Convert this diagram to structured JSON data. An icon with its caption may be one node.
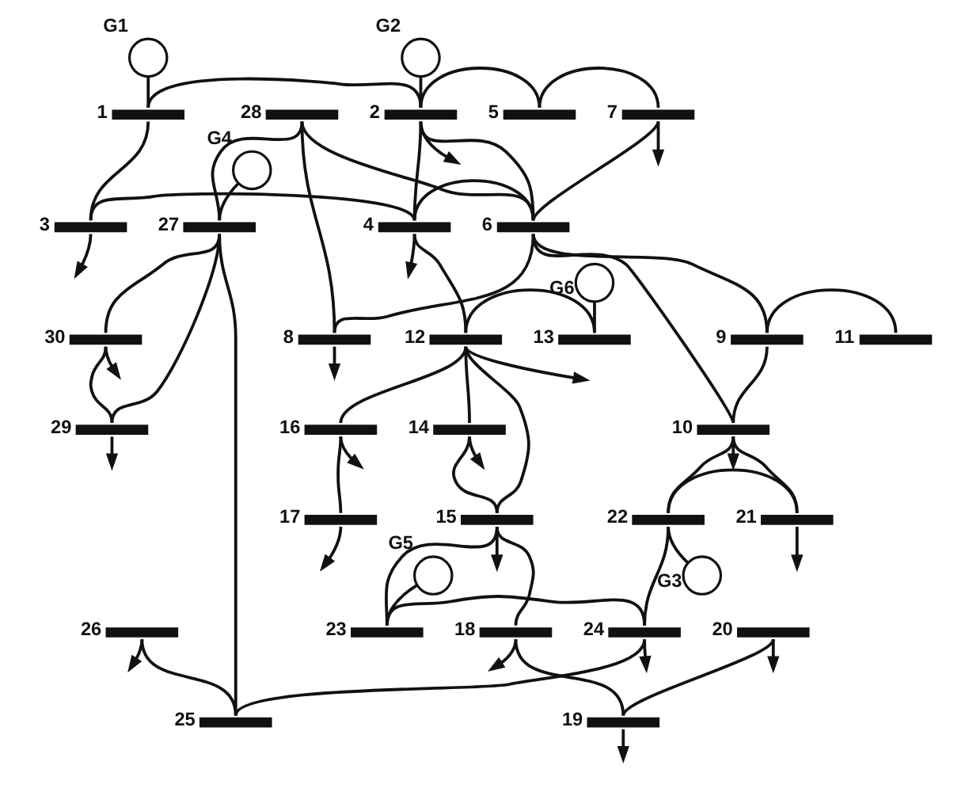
{
  "diagram": {
    "nodes": [
      {
        "text": [],
        "shape": "bar",
        "beside": [
          "1"
        ]
      },
      {
        "text": [],
        "shape": "bar",
        "beside": [
          "2"
        ]
      },
      {
        "text": [],
        "shape": "bar",
        "beside": [
          "3"
        ]
      },
      {
        "text": [],
        "shape": "bar",
        "beside": [
          "4"
        ]
      },
      {
        "text": [],
        "shape": "bar",
        "beside": [
          "5"
        ]
      },
      {
        "text": [],
        "shape": "bar",
        "beside": [
          "6"
        ]
      },
      {
        "text": [],
        "shape": "bar",
        "beside": [
          "7"
        ]
      },
      {
        "text": [],
        "shape": "bar",
        "beside": [
          "8"
        ]
      },
      {
        "text": [],
        "shape": "bar",
        "beside": [
          "9"
        ]
      },
      {
        "text": [],
        "shape": "bar",
        "beside": [
          "10"
        ]
      },
      {
        "text": [],
        "shape": "bar",
        "beside": [
          "11"
        ]
      },
      {
        "text": [],
        "shape": "bar",
        "beside": [
          "12"
        ]
      },
      {
        "text": [],
        "shape": "bar",
        "beside": [
          "13"
        ]
      },
      {
        "text": [],
        "shape": "bar",
        "beside": [
          "14"
        ]
      },
      {
        "text": [],
        "shape": "bar",
        "beside": [
          "15"
        ]
      },
      {
        "text": [],
        "shape": "bar",
        "beside": [
          "16"
        ]
      },
      {
        "text": [],
        "shape": "bar",
        "beside": [
          "17"
        ]
      },
      {
        "text": [],
        "shape": "bar",
        "beside": [
          "18"
        ]
      },
      {
        "text": [],
        "shape": "bar",
        "beside": [
          "19"
        ]
      },
      {
        "text": [],
        "shape": "bar",
        "beside": [
          "20"
        ]
      },
      {
        "text": [],
        "shape": "bar",
        "beside": [
          "21"
        ]
      },
      {
        "text": [],
        "shape": "bar",
        "beside": [
          "22"
        ]
      },
      {
        "text": [],
        "shape": "bar",
        "beside": [
          "23"
        ]
      },
      {
        "text": [],
        "shape": "bar",
        "beside": [
          "24"
        ]
      },
      {
        "text": [],
        "shape": "bar",
        "beside": [
          "25"
        ]
      },
      {
        "text": [],
        "shape": "bar",
        "beside": [
          "26"
        ]
      },
      {
        "text": [],
        "shape": "bar",
        "beside": [
          "27"
        ]
      },
      {
        "text": [],
        "shape": "bar",
        "beside": [
          "28"
        ]
      },
      {
        "text": [],
        "shape": "bar",
        "beside": [
          "29"
        ]
      },
      {
        "text": [],
        "shape": "bar",
        "beside": [
          "30"
        ]
      },
      {
        "text": [],
        "shape": "circle",
        "beside": [
          "G1"
        ]
      },
      {
        "text": [],
        "shape": "circle",
        "beside": [
          "G2"
        ]
      },
      {
        "text": [],
        "shape": "circle",
        "beside": [
          "G3"
        ]
      },
      {
        "text": [],
        "shape": "circle",
        "beside": [
          "G4"
        ]
      },
      {
        "text": [],
        "shape": "circle",
        "beside": [
          "G5"
        ]
      },
      {
        "text": [],
        "shape": "circle",
        "beside": [
          "G6"
        ]
      }
    ],
    "edges": [
      {
        "from": 30,
        "to": 0,
        "arrow": "none"
      },
      {
        "from": 31,
        "to": 1,
        "arrow": "none"
      },
      {
        "from": 21,
        "to": 32,
        "arrow": "none"
      },
      {
        "from": 33,
        "to": 26,
        "arrow": "none"
      },
      {
        "from": 34,
        "to": 22,
        "arrow": "none"
      },
      {
        "from": 35,
        "to": 12,
        "arrow": "none"
      },
      {
        "from": 0,
        "to": 1,
        "arrow": "none"
      },
      {
        "from": 0,
        "to": 2,
        "arrow": "none"
      },
      {
        "from": 1,
        "to": 3,
        "arrow": "none"
      },
      {
        "from": 1,
        "to": 4,
        "arrow": "none"
      },
      {
        "from": 1,
        "to": 5,
        "arrow": "none"
      },
      {
        "from": 2,
        "to": 3,
        "arrow": "none"
      },
      {
        "from": 3,
        "to": 5,
        "arrow": "none"
      },
      {
        "from": 3,
        "to": 11,
        "arrow": "none"
      },
      {
        "from": 4,
        "to": 6,
        "arrow": "none"
      },
      {
        "from": 6,
        "to": 5,
        "arrow": "none"
      },
      {
        "from": 5,
        "to": 7,
        "arrow": "none"
      },
      {
        "from": 5,
        "to": 8,
        "arrow": "none"
      },
      {
        "from": 5,
        "to": 9,
        "arrow": "none"
      },
      {
        "from": 27,
        "to": 5,
        "arrow": "none"
      },
      {
        "from": 27,
        "to": 7,
        "arrow": "none"
      },
      {
        "from": 8,
        "to": 9,
        "arrow": "none"
      },
      {
        "from": 8,
        "to": 10,
        "arrow": "none"
      },
      {
        "from": 9,
        "to": 20,
        "arrow": "none"
      },
      {
        "from": 9,
        "to": 21,
        "arrow": "none"
      },
      {
        "from": 12,
        "to": 11,
        "arrow": "none"
      },
      {
        "from": 11,
        "to": 13,
        "arrow": "none"
      },
      {
        "from": 11,
        "to": 14,
        "arrow": "none"
      },
      {
        "from": 11,
        "to": 15,
        "arrow": "none"
      },
      {
        "from": 13,
        "to": 14,
        "arrow": "none"
      },
      {
        "from": 14,
        "to": 17,
        "arrow": "none"
      },
      {
        "from": 14,
        "to": 22,
        "arrow": "none"
      },
      {
        "from": 15,
        "to": 16,
        "arrow": "none"
      },
      {
        "from": 17,
        "to": 18,
        "arrow": "none"
      },
      {
        "from": 19,
        "to": 18,
        "arrow": "none"
      },
      {
        "from": 21,
        "to": 20,
        "arrow": "none"
      },
      {
        "from": 21,
        "to": 23,
        "arrow": "none"
      },
      {
        "from": 22,
        "to": 23,
        "arrow": "none"
      },
      {
        "from": 23,
        "to": 24,
        "arrow": "none"
      },
      {
        "from": 25,
        "to": 24,
        "arrow": "none"
      },
      {
        "from": 26,
        "to": 24,
        "arrow": "none"
      },
      {
        "from": 27,
        "to": 26,
        "arrow": "none"
      },
      {
        "from": 26,
        "to": 28,
        "arrow": "none"
      },
      {
        "from": 26,
        "to": 29,
        "arrow": "none"
      },
      {
        "from": 29,
        "to": 28,
        "arrow": "none"
      },
      {
        "from": 1,
        "to": null,
        "arrow": "to"
      },
      {
        "from": 2,
        "to": null,
        "arrow": "to"
      },
      {
        "from": 3,
        "to": null,
        "arrow": "to"
      },
      {
        "from": 6,
        "to": null,
        "arrow": "to"
      },
      {
        "from": 7,
        "to": null,
        "arrow": "to"
      },
      {
        "from": 9,
        "to": null,
        "arrow": "to"
      },
      {
        "from": 11,
        "to": null,
        "arrow": "to"
      },
      {
        "from": 13,
        "to": null,
        "arrow": "to"
      },
      {
        "from": 14,
        "to": null,
        "arrow": "to"
      },
      {
        "from": 15,
        "to": null,
        "arrow": "to"
      },
      {
        "from": 16,
        "to": null,
        "arrow": "to"
      },
      {
        "from": 17,
        "to": null,
        "arrow": "to"
      },
      {
        "from": 18,
        "to": null,
        "arrow": "to"
      },
      {
        "from": 19,
        "to": null,
        "arrow": "to"
      },
      {
        "from": 20,
        "to": null,
        "arrow": "to"
      },
      {
        "from": 23,
        "to": null,
        "arrow": "to"
      },
      {
        "from": 25,
        "to": null,
        "arrow": "to"
      },
      {
        "from": 28,
        "to": null,
        "arrow": "to"
      },
      {
        "from": 29,
        "to": null,
        "arrow": "to"
      }
    ]
  }
}
